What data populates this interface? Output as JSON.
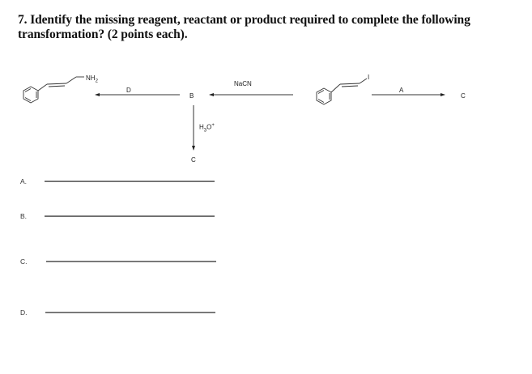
{
  "question": {
    "number": "7.",
    "line1": "7. Identify the missing reagent, reactant or product required to complete the following",
    "line2": "transformation?  (2 points each)."
  },
  "scheme": {
    "left_molecule": {
      "name": "cinnamylamine",
      "substituent_label": "NH2"
    },
    "arrow_d": {
      "label": "D",
      "direction": "left"
    },
    "intermediate_b": "B",
    "arrow_nacn": {
      "label": "NaCN",
      "direction": "left"
    },
    "right_molecule": {
      "name": "(E)-(3-iodoprop-1-enyl)benzene",
      "substituent_label": "I"
    },
    "arrow_a": {
      "label": "A",
      "direction": "right"
    },
    "product_c_right": "C",
    "arrow_h3o": {
      "label": "H3O+",
      "direction": "down"
    },
    "product_c_bottom": "C"
  },
  "answers": [
    {
      "label": "A.",
      "value": ""
    },
    {
      "label": "B.",
      "value": ""
    },
    {
      "label": "C.",
      "value": ""
    },
    {
      "label": "D.",
      "value": ""
    }
  ]
}
